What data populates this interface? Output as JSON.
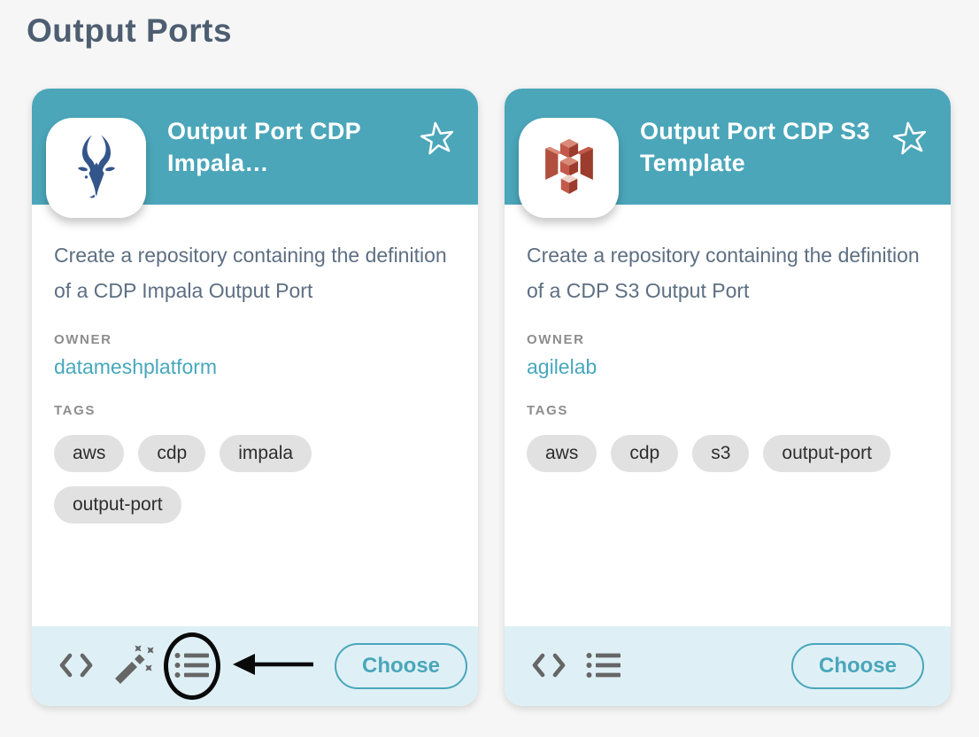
{
  "page": {
    "title": "Output Ports",
    "background": "#f6f6f6"
  },
  "colors": {
    "header_teal": "#4ba6ba",
    "footer_bg": "#def0f6",
    "heading_text": "#4e5e71",
    "description_text": "#5d6f82",
    "meta_label": "#8d8d8d",
    "owner_link": "#47a8bd",
    "tag_bg": "#e1e1e1",
    "tag_text": "#2e2e2e",
    "footer_icon_gray": "#666666",
    "choose_teal": "#4aa6ba",
    "annotation_black": "#0a0a0a",
    "impala_navy": "#33558a",
    "s3_red": "#c3594a"
  },
  "icons": {
    "favorite": "star-icon",
    "code": "code-icon",
    "magic_wand": "magic-wand-icon",
    "list": "bulleted-list-icon",
    "logo_left": "impala-logo-icon",
    "logo_right": "s3-logo-icon",
    "annotation_arrow": "left-arrow-icon"
  },
  "cards": [
    {
      "title": "Output Port CDP Impala…",
      "description": "Create a repository containing the definition of a CDP Impala Output Port",
      "owner_label": "OWNER",
      "owner": "datameshplatform",
      "tags_label": "TAGS",
      "tags": [
        "aws",
        "cdp",
        "impala",
        "output-port"
      ],
      "footer_icons": [
        "code-icon",
        "magic-wand-icon",
        "bulleted-list-icon"
      ],
      "annotation": "black circle around list icon with left-pointing arrow",
      "choose_label": "Choose"
    },
    {
      "title": "Output Port CDP S3 Template",
      "description": "Create a repository containing the definition of a CDP S3 Output Port",
      "owner_label": "OWNER",
      "owner": "agilelab",
      "tags_label": "TAGS",
      "tags": [
        "aws",
        "cdp",
        "s3",
        "output-port"
      ],
      "footer_icons": [
        "code-icon",
        "bulleted-list-icon"
      ],
      "annotation": null,
      "choose_label": "Choose"
    }
  ]
}
